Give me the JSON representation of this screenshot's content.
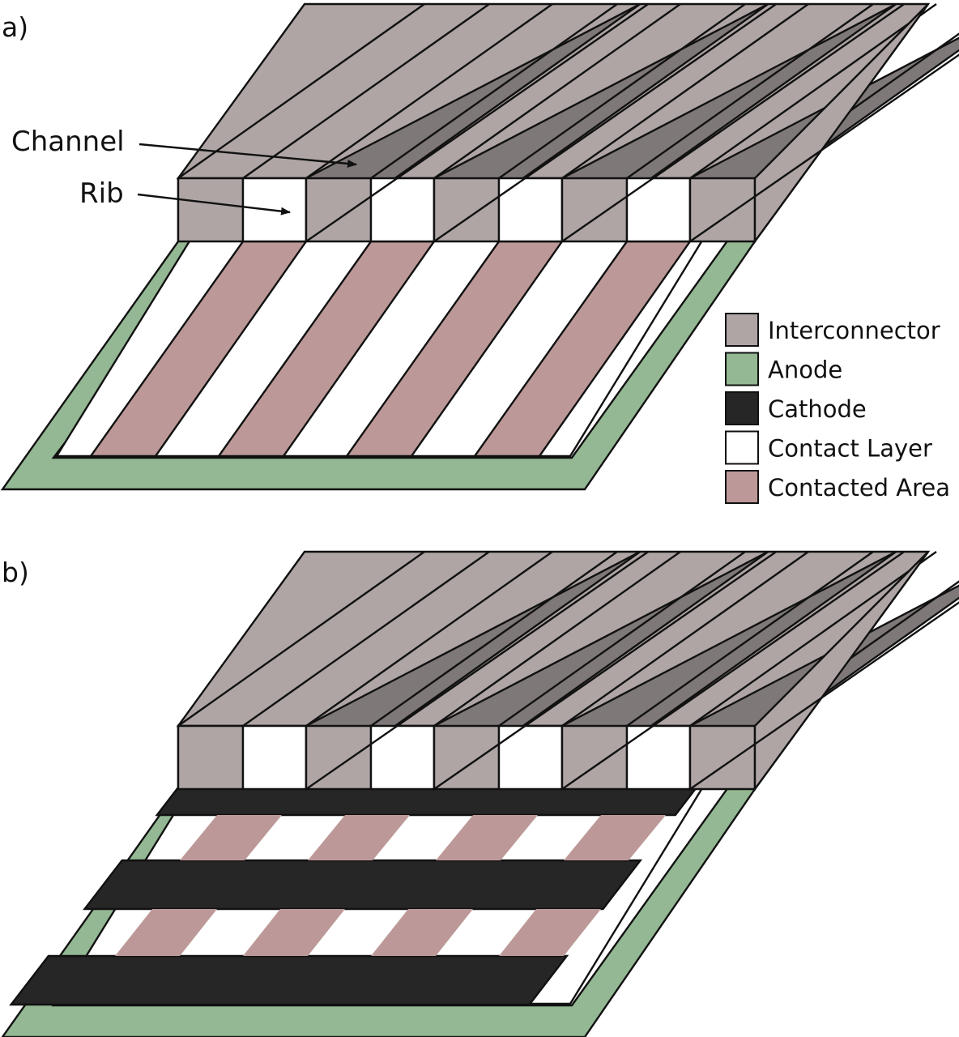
{
  "colors": {
    "interconnector": "#aea5a4",
    "interconnector_dark": "#7f7878",
    "anode": "#93b893",
    "cathode": "#262626",
    "contact_layer": "#ffffff",
    "contacted_area": "#bc9998",
    "outline": "#111111"
  },
  "panels": {
    "a": {
      "label": "a)"
    },
    "b": {
      "label": "b)"
    }
  },
  "callouts": {
    "channel": "Channel",
    "rib": "Rib"
  },
  "legend": {
    "items": [
      {
        "key": "interconnector",
        "label": "Interconnector"
      },
      {
        "key": "anode",
        "label": "Anode"
      },
      {
        "key": "cathode",
        "label": "Cathode"
      },
      {
        "key": "contact_layer",
        "label": "Contact Layer"
      },
      {
        "key": "contacted_area",
        "label": "Contacted Area"
      }
    ]
  }
}
